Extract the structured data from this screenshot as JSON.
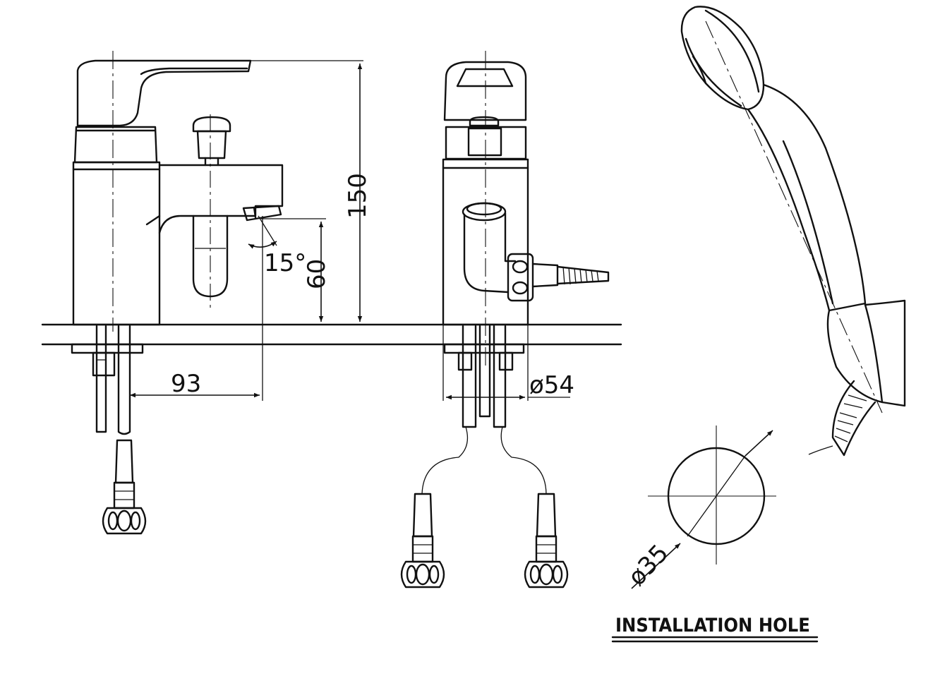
{
  "dimensions": {
    "height_total": "150",
    "spout_height": "60",
    "spout_reach": "93",
    "spout_angle": "15°",
    "body_diameter": "ø54",
    "hole_diameter": "ø35"
  },
  "caption": "INSTALLATION HOLE",
  "colors": {
    "line": "#111111",
    "background": "#ffffff"
  }
}
